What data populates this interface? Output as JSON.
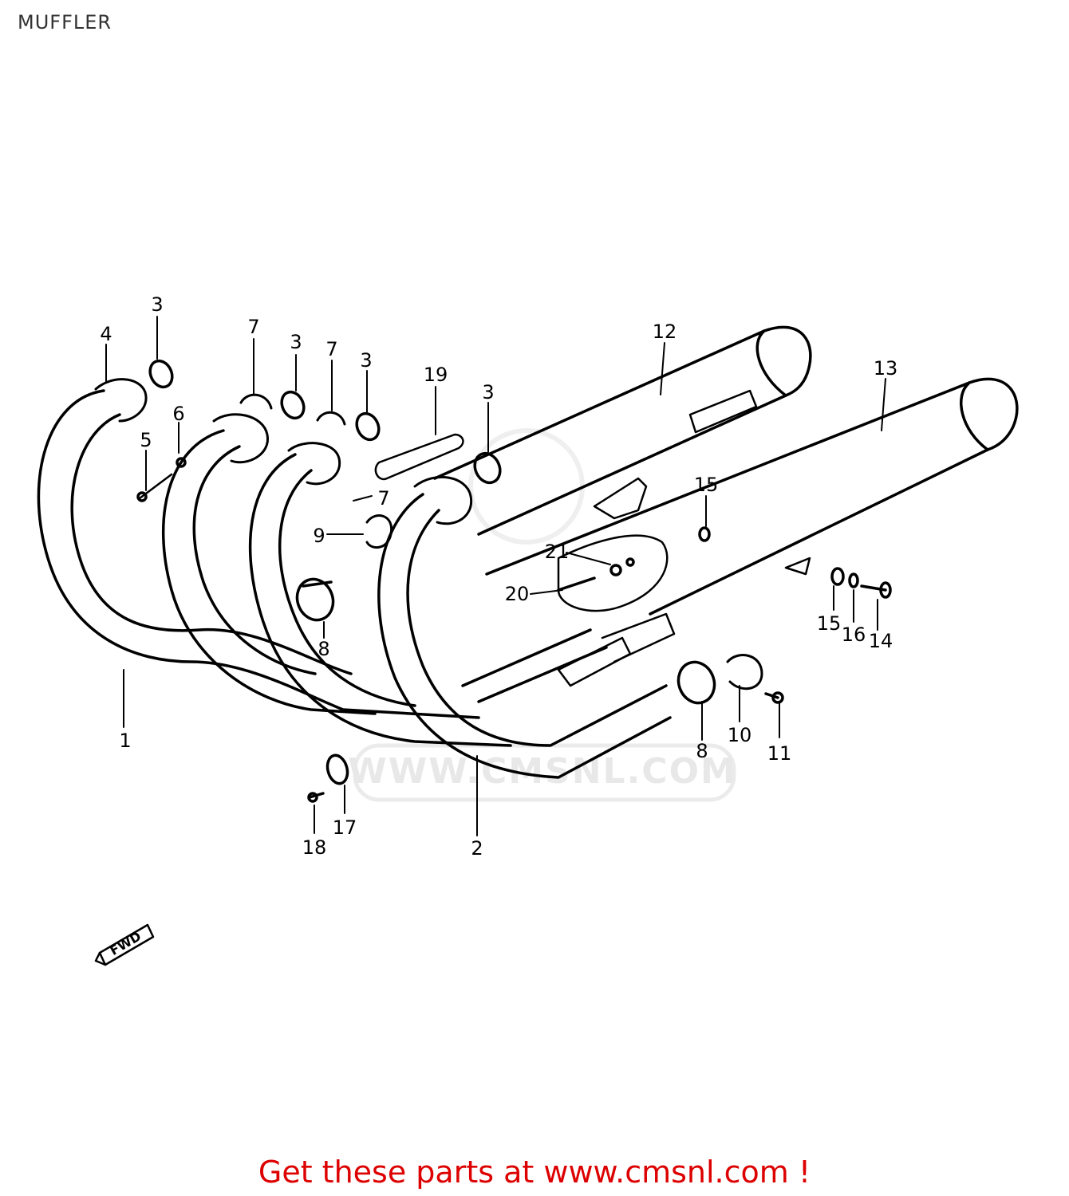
{
  "page": {
    "title": "MUFFLER",
    "cta": "Get these parts at www.cmsnl.com !"
  },
  "watermark": {
    "text": "WWW.CMSNL.COM"
  },
  "front_marker": {
    "text": "FWD"
  },
  "callouts": [
    {
      "id": "c1",
      "label": "1"
    },
    {
      "id": "c2",
      "label": "2"
    },
    {
      "id": "c3a",
      "label": "3"
    },
    {
      "id": "c3b",
      "label": "3"
    },
    {
      "id": "c3c",
      "label": "3"
    },
    {
      "id": "c3d",
      "label": "3"
    },
    {
      "id": "c4",
      "label": "4"
    },
    {
      "id": "c5",
      "label": "5"
    },
    {
      "id": "c6",
      "label": "6"
    },
    {
      "id": "c7a",
      "label": "7"
    },
    {
      "id": "c7b",
      "label": "7"
    },
    {
      "id": "c7c",
      "label": "7"
    },
    {
      "id": "c8a",
      "label": "8"
    },
    {
      "id": "c8b",
      "label": "8"
    },
    {
      "id": "c9",
      "label": "9"
    },
    {
      "id": "c10",
      "label": "10"
    },
    {
      "id": "c11",
      "label": "11"
    },
    {
      "id": "c12",
      "label": "12"
    },
    {
      "id": "c13",
      "label": "13"
    },
    {
      "id": "c14",
      "label": "14"
    },
    {
      "id": "c15a",
      "label": "15"
    },
    {
      "id": "c15b",
      "label": "15"
    },
    {
      "id": "c16",
      "label": "16"
    },
    {
      "id": "c17",
      "label": "17"
    },
    {
      "id": "c18",
      "label": "18"
    },
    {
      "id": "c19",
      "label": "19"
    },
    {
      "id": "c20",
      "label": "20"
    },
    {
      "id": "c21",
      "label": "21"
    }
  ]
}
